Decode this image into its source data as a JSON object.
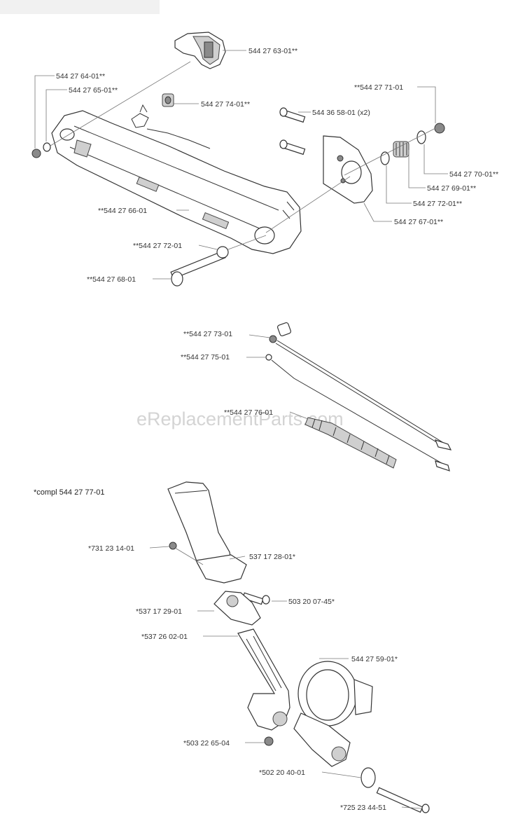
{
  "watermark": "eReplacementParts.com",
  "assembly_title": "*compl 544 27 77-01",
  "labels": {
    "p1": "544 27 63-01**",
    "p2": "544 27 64-01**",
    "p3": "544 27 65-01**",
    "p4": "544 27 74-01**",
    "p5": "**544 27 71-01",
    "p6": "544 36 58-01 (x2)",
    "p7": "544 27 70-01**",
    "p8": "544 27 69-01**",
    "p9": "544 27 72-01**",
    "p10": "544 27 67-01**",
    "p11": "**544 27 66-01",
    "p12": "**544 27 72-01",
    "p13": "**544 27 68-01",
    "p14": "**544 27 73-01",
    "p15": "**544 27 75-01",
    "p16": "**544 27 76-01",
    "p17": "*731 23 14-01",
    "p18": "537 17 28-01*",
    "p19": "503 20 07-45*",
    "p20": "*537 17 29-01",
    "p21": "*537 26 02-01",
    "p22": "544 27 59-01*",
    "p23": "*503 22 65-04",
    "p24": "*502 20 40-01",
    "p25": "*725 23 44-51"
  }
}
